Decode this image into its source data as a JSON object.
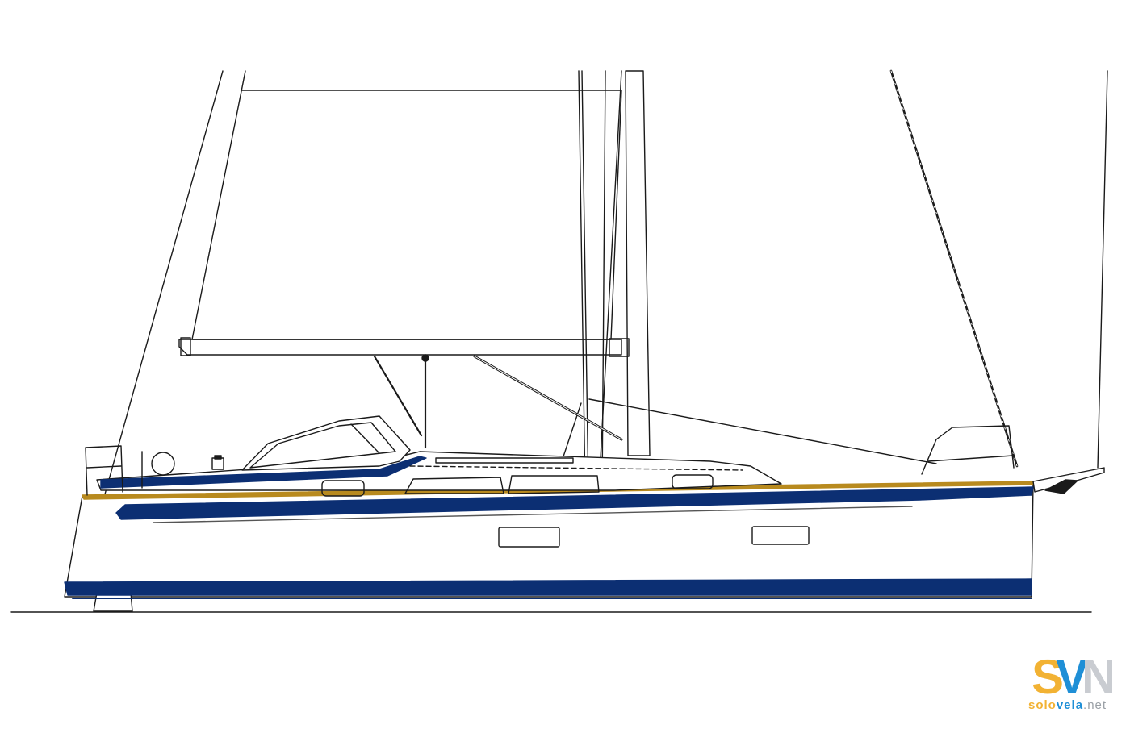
{
  "drawing": {
    "subject": "sailboat-sail-plan-profile",
    "colors": {
      "line": "#1a1a1a",
      "hull_stripe": "#0c2f73",
      "deck_trim": "#b88a1e",
      "background": "#ffffff"
    }
  },
  "watermark": {
    "mark": "SVN",
    "wordmark_part1": "solo",
    "wordmark_part2": "vela",
    "wordmark_part3": ".net",
    "colors": {
      "s": "#f2b233",
      "v": "#1f8fd6",
      "n": "#c9ccd1"
    }
  }
}
